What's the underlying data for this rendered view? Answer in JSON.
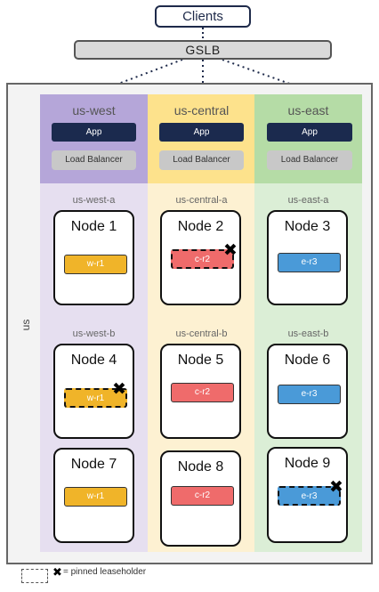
{
  "clients": "Clients",
  "gslb": "GSLB",
  "outer_label": "us",
  "regions": [
    {
      "name": "us-west",
      "app": "App",
      "lb": "Load Balancer",
      "zones": [
        "us-west-a",
        "us-west-b"
      ],
      "nodes": [
        {
          "title": "Node 1",
          "replica": "w-r1",
          "pinned": false
        },
        {
          "title": "Node 4",
          "replica": "w-r1",
          "pinned": true
        },
        {
          "title": "Node 7",
          "replica": "w-r1",
          "pinned": false
        }
      ]
    },
    {
      "name": "us-central",
      "app": "App",
      "lb": "Load Balancer",
      "zones": [
        "us-central-a",
        "us-central-b"
      ],
      "nodes": [
        {
          "title": "Node 2",
          "replica": "c-r2",
          "pinned": true
        },
        {
          "title": "Node 5",
          "replica": "c-r2",
          "pinned": false
        },
        {
          "title": "Node 8",
          "replica": "c-r2",
          "pinned": false
        }
      ]
    },
    {
      "name": "us-east",
      "app": "App",
      "lb": "Load Balancer",
      "zones": [
        "us-east-a",
        "us-east-b"
      ],
      "nodes": [
        {
          "title": "Node 3",
          "replica": "e-r3",
          "pinned": false
        },
        {
          "title": "Node 6",
          "replica": "e-r3",
          "pinned": false
        },
        {
          "title": "Node 9",
          "replica": "e-r3",
          "pinned": true
        }
      ]
    }
  ],
  "legend": {
    "symbol": "✖",
    "text": "= pinned leaseholder"
  },
  "colors": {
    "west": "#f0b429",
    "central": "#ef6b6b",
    "east": "#4a9ad8",
    "app": "#1b2a4e"
  }
}
